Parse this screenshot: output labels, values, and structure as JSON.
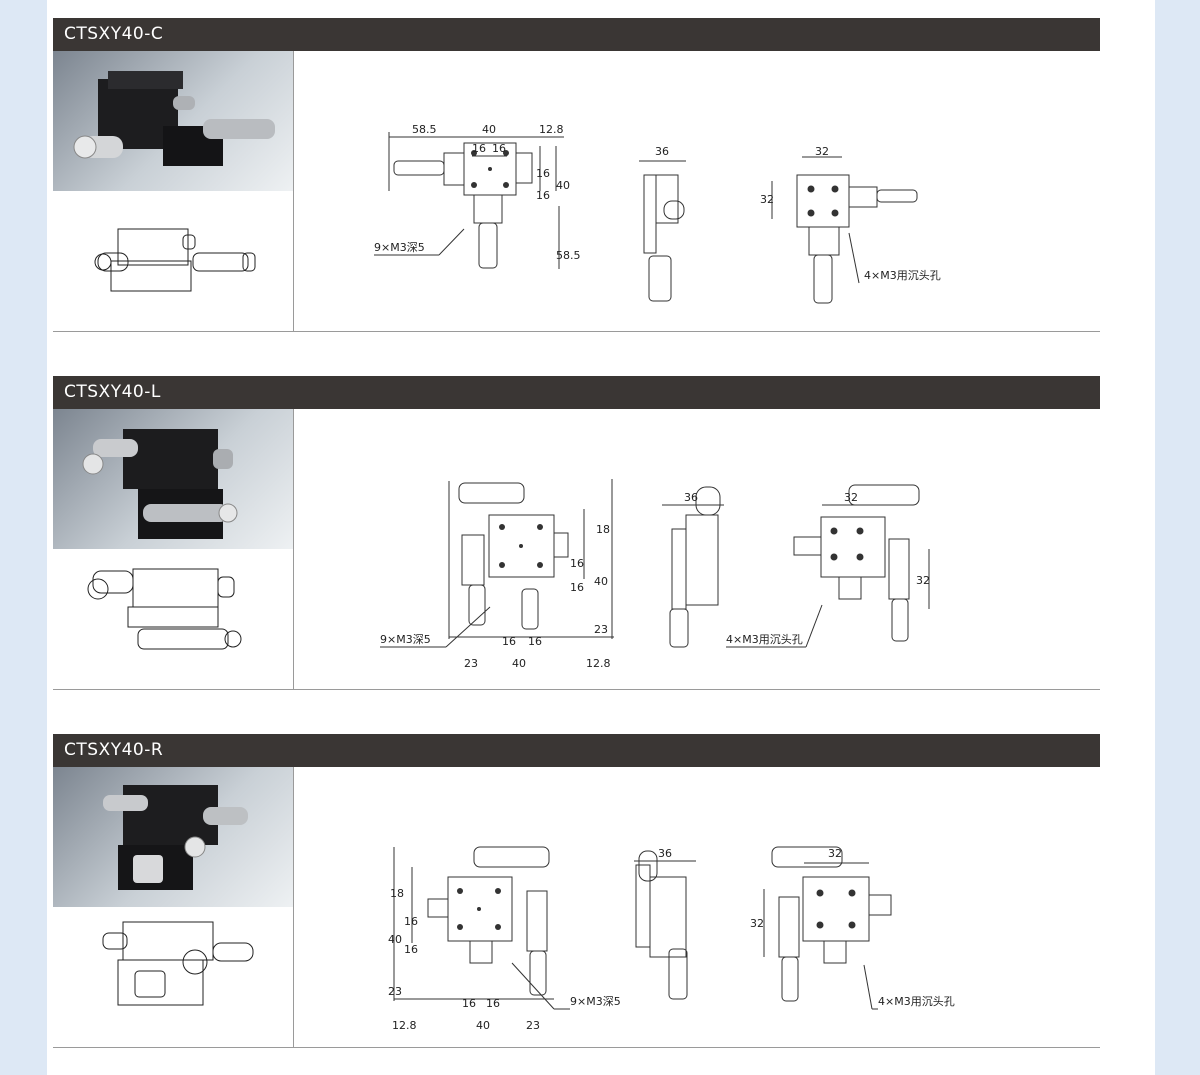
{
  "sections": [
    {
      "title": "CTSXY40-C",
      "dims": {
        "a": "58.5",
        "b": "40",
        "c": "12.8",
        "d": "16",
        "e": "16",
        "f": "16",
        "g": "16",
        "h": "40",
        "i": "58.5",
        "j": "36",
        "k": "32",
        "l": "32"
      },
      "note_holes": "9×M3深5",
      "note_counterbore": "4×M3用沉头孔"
    },
    {
      "title": "CTSXY40-L",
      "dims": {
        "a": "18",
        "b": "16",
        "c": "16",
        "d": "40",
        "e": "23",
        "f": "16",
        "g": "16",
        "h": "23",
        "i": "40",
        "j": "12.8",
        "k": "36",
        "l": "32",
        "m": "32"
      },
      "note_holes": "9×M3深5",
      "note_counterbore": "4×M3用沉头孔"
    },
    {
      "title": "CTSXY40-R",
      "dims": {
        "a": "18",
        "b": "16",
        "c": "40",
        "d": "16",
        "e": "23",
        "f": "16",
        "g": "16",
        "h": "12.8",
        "i": "40",
        "j": "23",
        "k": "36",
        "l": "32",
        "m": "32"
      },
      "note_holes": "9×M3深5",
      "note_counterbore": "4×M3用沉头孔"
    }
  ]
}
